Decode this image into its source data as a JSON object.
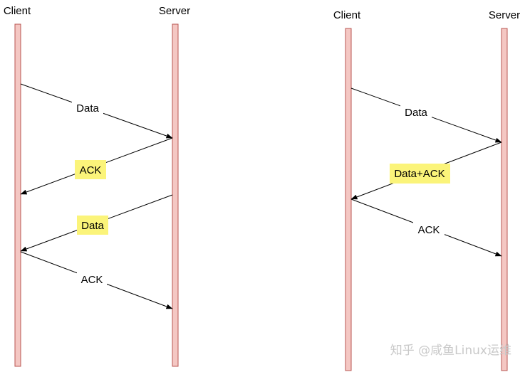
{
  "diagrams": [
    {
      "client_label": "Client",
      "server_label": "Server",
      "messages": [
        {
          "text": "Data",
          "highlighted": false
        },
        {
          "text": "ACK",
          "highlighted": true
        },
        {
          "text": "Data",
          "highlighted": true
        },
        {
          "text": "ACK",
          "highlighted": false
        }
      ]
    },
    {
      "client_label": "Client",
      "server_label": "Server",
      "messages": [
        {
          "text": "Data",
          "highlighted": false
        },
        {
          "text": "Data+ACK",
          "highlighted": true
        },
        {
          "text": "ACK",
          "highlighted": false
        }
      ]
    }
  ],
  "watermark": "知乎 @咸鱼Linux运维",
  "colors": {
    "lifeline_fill": "#f4c7c3",
    "lifeline_stroke": "#b85450",
    "highlight": "#fbf47a"
  }
}
